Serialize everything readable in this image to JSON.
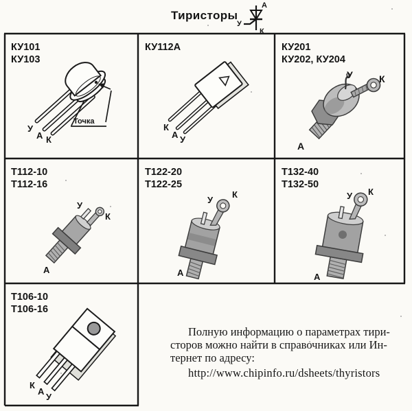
{
  "title": "Тиристоры",
  "symbol": {
    "anode": "А",
    "gate": "У",
    "cathode": "К"
  },
  "cells": [
    {
      "parts": [
        "КУ101",
        "КУ103"
      ],
      "pins": {
        "gate": "У",
        "anode": "А",
        "cathode": "К"
      },
      "note": "Точка"
    },
    {
      "parts": [
        "КУ112А"
      ],
      "pins": {
        "gate": "У",
        "anode": "А",
        "cathode": "К"
      }
    },
    {
      "parts": [
        "КУ201",
        "КУ202, КУ204"
      ],
      "pins": {
        "gate": "У",
        "anode": "А",
        "cathode": "К"
      }
    },
    {
      "parts": [
        "Т112-10",
        "Т112-16"
      ],
      "pins": {
        "gate": "У",
        "anode": "А",
        "cathode": "К"
      }
    },
    {
      "parts": [
        "Т122-20",
        "Т122-25"
      ],
      "pins": {
        "gate": "У",
        "anode": "А",
        "cathode": "К"
      }
    },
    {
      "parts": [
        "Т132-40",
        "Т132-50"
      ],
      "pins": {
        "gate": "У",
        "anode": "А",
        "cathode": "К"
      }
    },
    {
      "parts": [
        "Т106-10",
        "Т106-16"
      ],
      "pins": {
        "gate": "У",
        "anode": "А",
        "cathode": "К"
      }
    }
  ],
  "footer": {
    "lines": [
      "Полную информацию о параметрах тири-",
      "сторов можно найти в справочниках или Ин-",
      "тернет по адресу:"
    ],
    "url": "http://www.chipinfo.ru/dsheets/thyristors"
  },
  "colors": {
    "ink": "#1b1b1b",
    "paper": "#fbfaf6"
  }
}
